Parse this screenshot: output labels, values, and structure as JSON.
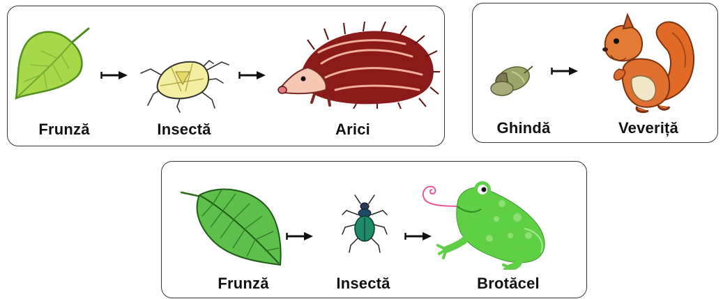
{
  "chains": [
    {
      "organisms": [
        {
          "name": "Frunză",
          "icon": "poplar-leaf-icon"
        },
        {
          "name": "Insectă",
          "icon": "shield-bug-icon"
        },
        {
          "name": "Arici",
          "icon": "hedgehog-icon"
        }
      ]
    },
    {
      "organisms": [
        {
          "name": "Ghindă",
          "icon": "acorn-icon"
        },
        {
          "name": "Veveriță",
          "icon": "squirrel-icon"
        }
      ]
    },
    {
      "organisms": [
        {
          "name": "Frunză",
          "icon": "birch-leaf-icon"
        },
        {
          "name": "Insectă",
          "icon": "beetle-icon"
        },
        {
          "name": "Brotăcel",
          "icon": "frog-icon"
        }
      ]
    }
  ]
}
